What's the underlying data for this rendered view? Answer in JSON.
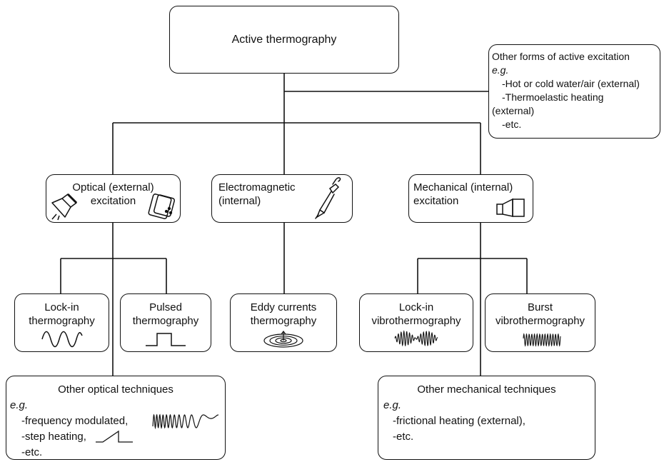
{
  "root": {
    "label": "Active thermography"
  },
  "other_forms": {
    "title": "Other forms of active excitation",
    "eg": "e.g.",
    "line1": "-Hot or cold water/air (external)",
    "line2": "-Thermoelastic heating",
    "line3": "(external)",
    "line4": "-etc."
  },
  "optical": {
    "line1": "Optical (external)",
    "line2": "excitation"
  },
  "electromagnetic": {
    "line1": "Electromagnetic",
    "line2": "(internal)"
  },
  "mechanical": {
    "line1": "Mechanical (internal)",
    "line2": "excitation"
  },
  "lockin": {
    "line1": "Lock-in",
    "line2": "thermography"
  },
  "pulsed": {
    "line1": "Pulsed",
    "line2": "thermography"
  },
  "eddy": {
    "line1": "Eddy currents",
    "line2": "thermography"
  },
  "lockin_vibro": {
    "line1": "Lock-in",
    "line2": "vibrothermography"
  },
  "burst_vibro": {
    "line1": "Burst",
    "line2": "vibrothermography"
  },
  "other_optical": {
    "title": "Other optical techniques",
    "eg": "e.g.",
    "line1": "-frequency modulated,",
    "line2": "-step heating,",
    "line3": "-etc."
  },
  "other_mechanical": {
    "title": "Other mechanical techniques",
    "eg": "e.g.",
    "line1": "-frictional heating (external),",
    "line2": "-etc."
  },
  "icons": {
    "optical": [
      "lamp-icon",
      "flash-lamp-icon"
    ],
    "electromagnetic": "induction-coil-probe-icon",
    "mechanical": "ultrasonic-transducer-icon",
    "lockin": "sine-wave-icon",
    "pulsed": "square-pulse-icon",
    "eddy": "eddy-current-spiral-icon",
    "lockin_vibro": "modulated-wave-icon",
    "burst_vibro": "burst-wave-icon",
    "frequency_modulated": "chirp-wave-icon",
    "step_heating": "step-ramp-icon"
  }
}
